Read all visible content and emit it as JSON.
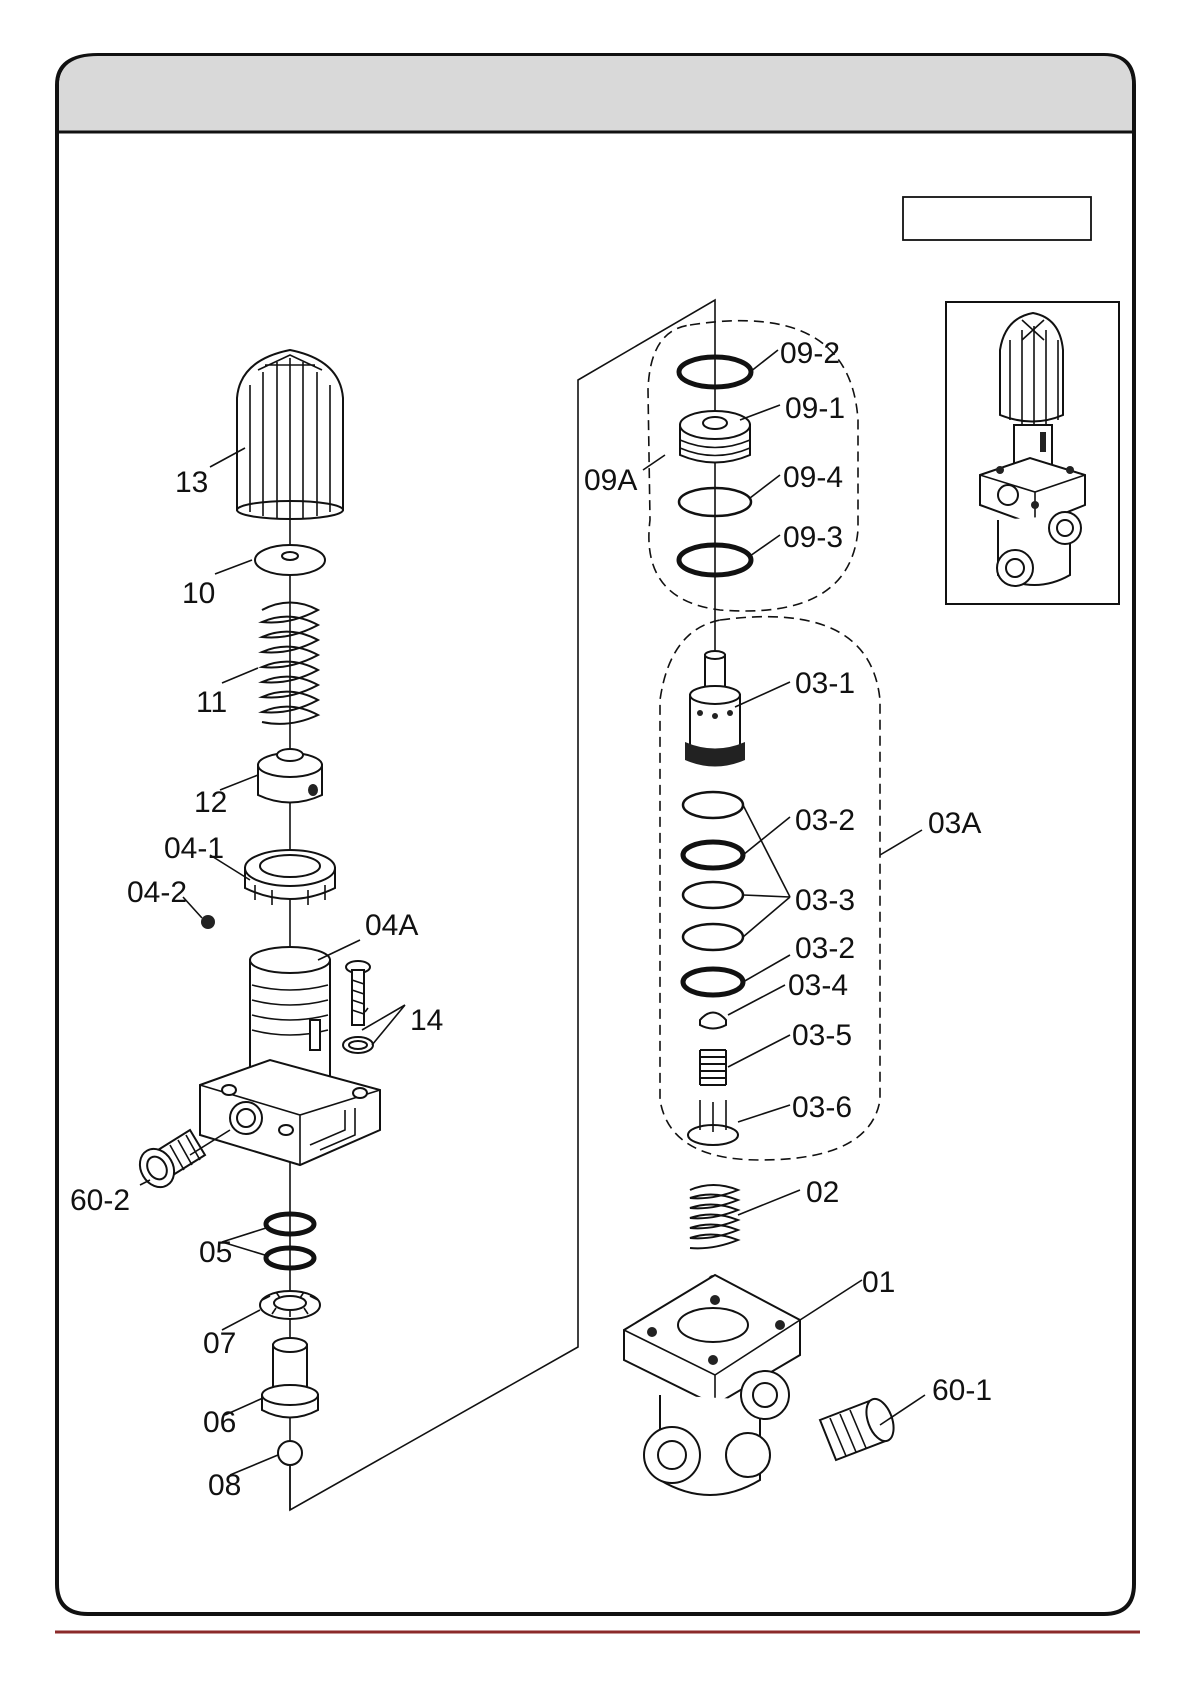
{
  "labels": {
    "p13": "13",
    "p10": "10",
    "p11": "11",
    "p12": "12",
    "p04_1": "04-1",
    "p04_2": "04-2",
    "p04A": "04A",
    "p14": "14",
    "p60_2": "60-2",
    "p05": "05",
    "p07": "07",
    "p06": "06",
    "p08": "08",
    "p09_2": "09-2",
    "p09_1": "09-1",
    "p09A": "09A",
    "p09_4": "09-4",
    "p09_3": "09-3",
    "p03_1": "03-1",
    "p03_2a": "03-2",
    "p03A": "03A",
    "p03_3": "03-3",
    "p03_2b": "03-2",
    "p03_4": "03-4",
    "p03_5": "03-5",
    "p03_6": "03-6",
    "p02": "02",
    "p01": "01",
    "p60_1": "60-1"
  },
  "colors": {
    "outline": "#111111",
    "header_bg": "#d9d9d9",
    "footer_rule": "#8b2a2a"
  }
}
